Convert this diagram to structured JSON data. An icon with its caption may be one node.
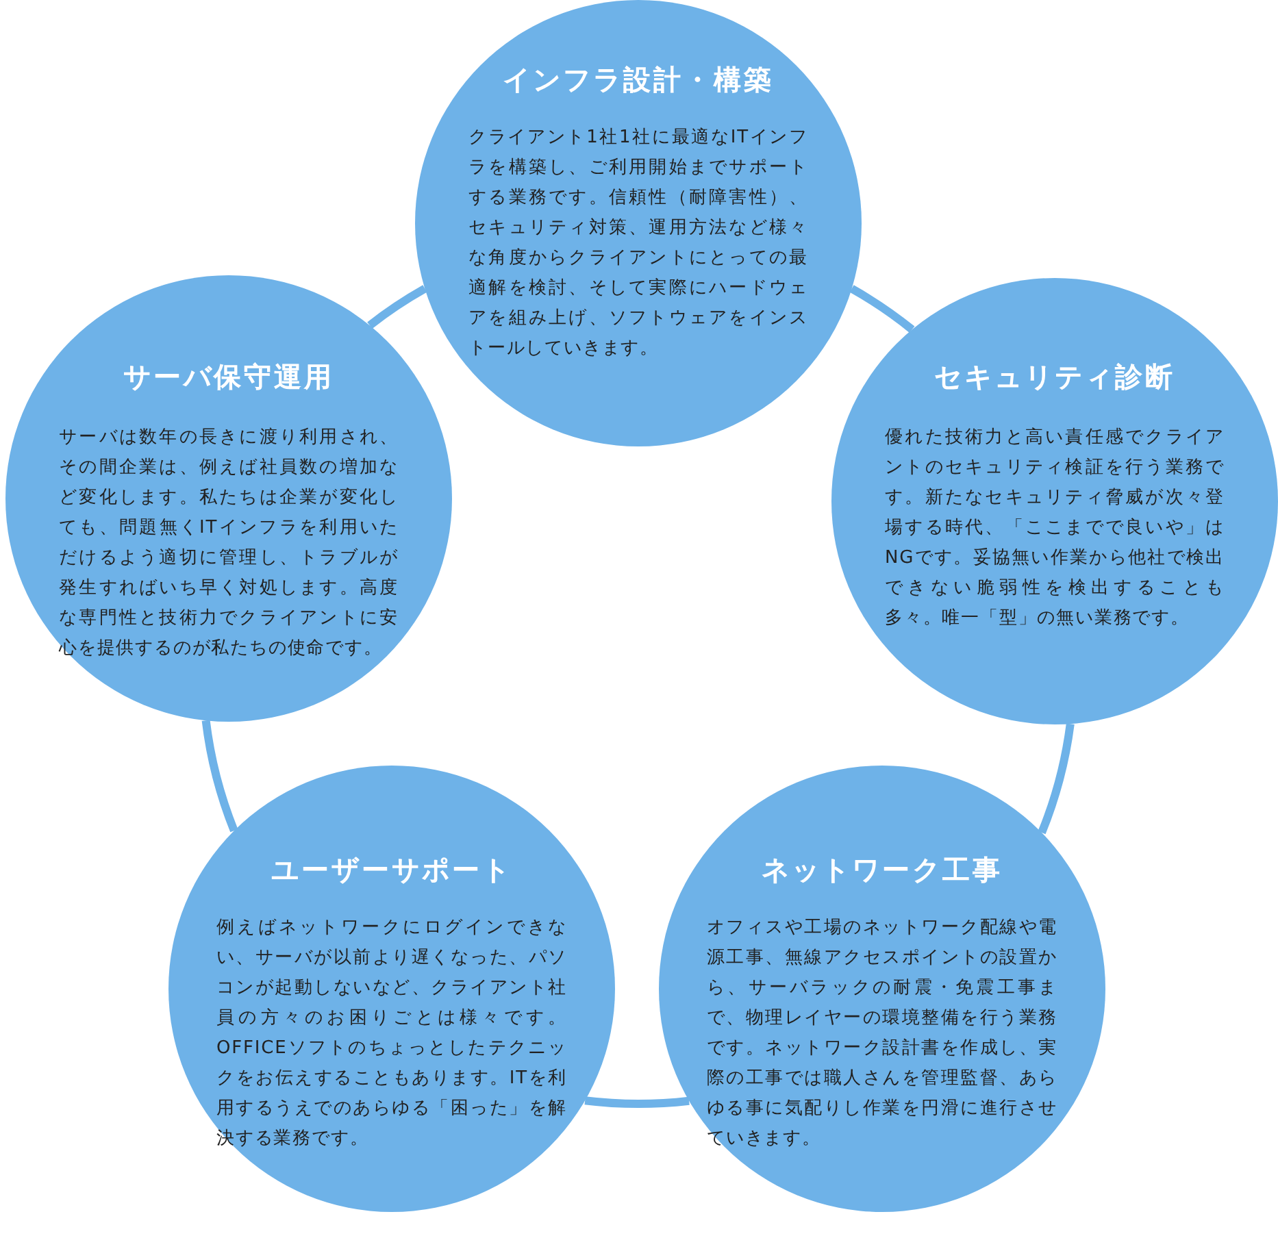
{
  "diagram": {
    "nodes": [
      {
        "text": [
          "インフラ設計・構築",
          "クライアント1社1社に最適なITインフラを構築し、ご利用開始までサポートする業務です。信頼性（耐障害性）、セキュリティ対策、運用方法など様々な角度からクライアントにとっての最適解を検討、そして実際にハードウェアを組み上げ、ソフトウェアをインストールしていきます。"
        ]
      },
      {
        "text": [
          "サーバ保守運用",
          "サーバは数年の長きに渡り利用され、その間企業は、例えば社員数の増加など変化します。私たちは企業が変化しても、問題無くITインフラを利用いただけるよう適切に管理し、トラブルが発生すればいち早く対処します。高度な専門性と技術力でクライアントに安心を提供するのが私たちの使命です。"
        ]
      },
      {
        "text": [
          "セキュリティ診断",
          "優れた技術力と高い責任感でクライアントのセキュリティ検証を行う業務です。新たなセキュリティ脅威が次々登場する時代、「ここまでで良いや」はNGです。妥協無い作業から他社で検出できない脆弱性を検出することも多々。唯一「型」の無い業務です。"
        ]
      },
      {
        "text": [
          "ユーザーサポート",
          "例えばネットワークにログインできない、サーバが以前より遅くなった、パソコンが起動しないなど、クライアント社員の方々のお困りごとは様々です。OFFICEソフトのちょっとしたテクニックをお伝えすることもあります。ITを利用するうえでのあらゆる「困った」を解決する業務です。"
        ]
      },
      {
        "text": [
          "ネットワーク工事",
          "オフィスや工場のネットワーク配線や電源工事、無線アクセスポイントの設置から、サーバラックの耐震・免震工事まで、物理レイヤーの環境整備を行う業務です。ネットワーク設計書を作成し、実際の工事では職人さんを管理監督、あらゆる事に気配りし作業を円滑に進行させていきます。"
        ]
      }
    ],
    "edges": [
      {
        "from": 0,
        "to": 2,
        "arrow": "none"
      },
      {
        "from": 2,
        "to": 4,
        "arrow": "none"
      },
      {
        "from": 4,
        "to": 3,
        "arrow": "none"
      },
      {
        "from": 3,
        "to": 1,
        "arrow": "none"
      },
      {
        "from": 1,
        "to": 0,
        "arrow": "none"
      }
    ]
  }
}
